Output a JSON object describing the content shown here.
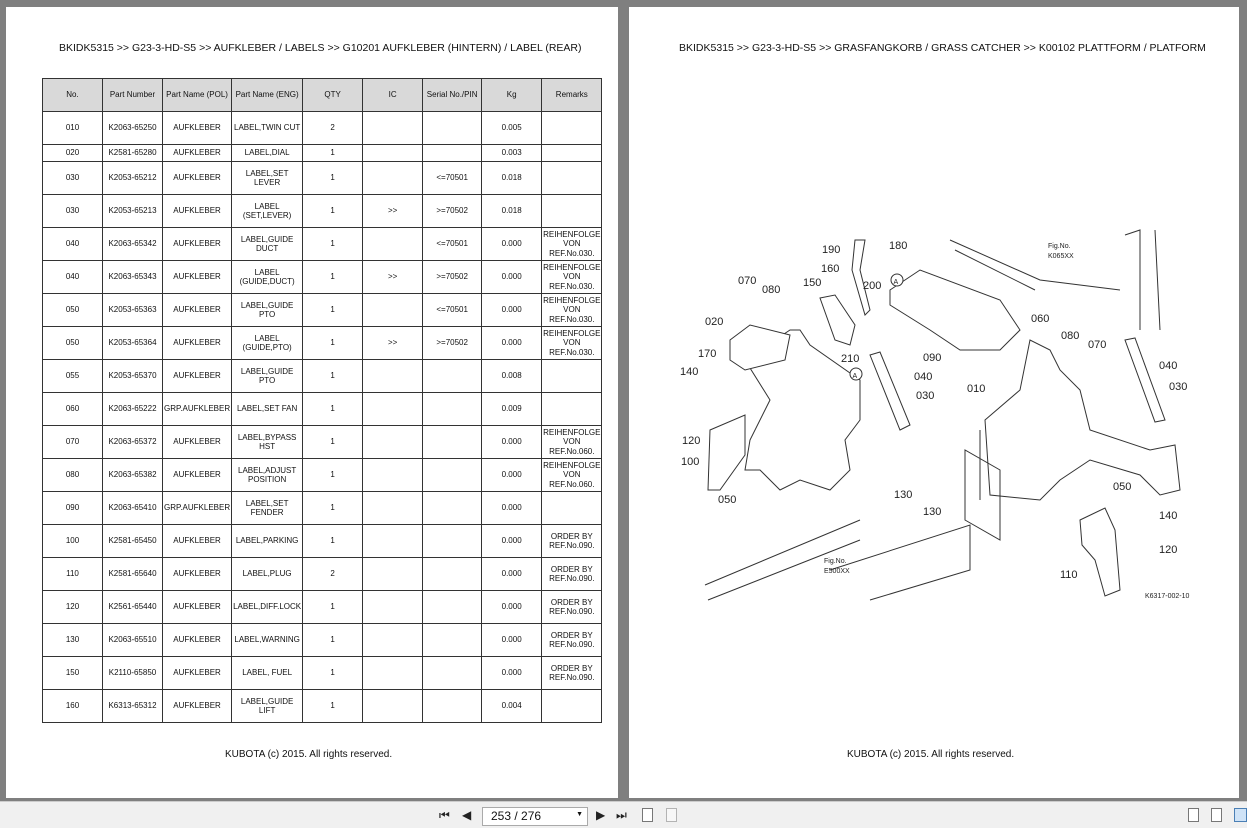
{
  "left_page": {
    "title": "BKIDK5315 >> G23-3-HD-S5 >> AUFKLEBER / LABELS >> G10201   AUFKLEBER (HINTERN) / LABEL (REAR)",
    "columns": [
      "No.",
      "Part Number",
      "Part Name (POL)",
      "Part Name (ENG)",
      "QTY",
      "IC",
      "Serial No./PIN",
      "Kg",
      "Remarks"
    ],
    "rows": [
      [
        "010",
        "K2063-65250",
        "AUFKLEBER",
        "LABEL,TWIN CUT",
        "2",
        "",
        "",
        "0.005",
        ""
      ],
      [
        "020",
        "K2581-65280",
        "AUFKLEBER",
        "LABEL,DIAL",
        "1",
        "",
        "",
        "0.003",
        ""
      ],
      [
        "030",
        "K2053-65212",
        "AUFKLEBER",
        "LABEL,SET LEVER",
        "1",
        "",
        "<=70501",
        "0.018",
        ""
      ],
      [
        "030",
        "K2053-65213",
        "AUFKLEBER",
        "LABEL (SET,LEVER)",
        "1",
        ">>",
        ">=70502",
        "0.018",
        ""
      ],
      [
        "040",
        "K2063-65342",
        "AUFKLEBER",
        "LABEL,GUIDE DUCT",
        "1",
        "",
        "<=70501",
        "0.000",
        "REIHENFOLGE VON REF.No.030."
      ],
      [
        "040",
        "K2063-65343",
        "AUFKLEBER",
        "LABEL (GUIDE,DUCT)",
        "1",
        ">>",
        ">=70502",
        "0.000",
        "REIHENFOLGE VON REF.No.030."
      ],
      [
        "050",
        "K2053-65363",
        "AUFKLEBER",
        "LABEL,GUIDE PTO",
        "1",
        "",
        "<=70501",
        "0.000",
        "REIHENFOLGE VON REF.No.030."
      ],
      [
        "050",
        "K2053-65364",
        "AUFKLEBER",
        "LABEL (GUIDE,PTO)",
        "1",
        ">>",
        ">=70502",
        "0.000",
        "REIHENFOLGE VON REF.No.030."
      ],
      [
        "055",
        "K2053-65370",
        "AUFKLEBER",
        "LABEL,GUIDE PTO",
        "1",
        "",
        "",
        "0.008",
        ""
      ],
      [
        "060",
        "K2063-65222",
        "GRP.AUFKLEBER",
        "LABEL,SET FAN",
        "1",
        "",
        "",
        "0.009",
        ""
      ],
      [
        "070",
        "K2063-65372",
        "AUFKLEBER",
        "LABEL,BYPASS HST",
        "1",
        "",
        "",
        "0.000",
        "REIHENFOLGE VON REF.No.060."
      ],
      [
        "080",
        "K2063-65382",
        "AUFKLEBER",
        "LABEL,ADJUST POSITION",
        "1",
        "",
        "",
        "0.000",
        "REIHENFOLGE VON REF.No.060."
      ],
      [
        "090",
        "K2063-65410",
        "GRP.AUFKLEBER",
        "LABEL,SET FENDER",
        "1",
        "",
        "",
        "0.000",
        ""
      ],
      [
        "100",
        "K2581-65450",
        "AUFKLEBER",
        "LABEL,PARKING",
        "1",
        "",
        "",
        "0.000",
        "ORDER BY REF.No.090."
      ],
      [
        "110",
        "K2581-65640",
        "AUFKLEBER",
        "LABEL,PLUG",
        "2",
        "",
        "",
        "0.000",
        "ORDER BY REF.No.090."
      ],
      [
        "120",
        "K2561-65440",
        "AUFKLEBER",
        "LABEL,DIFF.LOCK",
        "1",
        "",
        "",
        "0.000",
        "ORDER BY REF.No.090."
      ],
      [
        "130",
        "K2063-65510",
        "AUFKLEBER",
        "LABEL,WARNING",
        "1",
        "",
        "",
        "0.000",
        "ORDER BY REF.No.090."
      ],
      [
        "150",
        "K2110-65850",
        "AUFKLEBER",
        "LABEL, FUEL",
        "1",
        "",
        "",
        "0.000",
        "ORDER BY REF.No.090."
      ],
      [
        "160",
        "K6313-65312",
        "AUFKLEBER",
        "LABEL,GUIDE LIFT",
        "1",
        "",
        "",
        "0.004",
        ""
      ]
    ],
    "footer": "KUBOTA (c) 2015. All rights reserved."
  },
  "right_page": {
    "title": "BKIDK5315 >> G23-3-HD-S5 >> GRASFANGKORB / GRASS CATCHER >> K00102   PLATTFORM / PLATFORM",
    "diagram": {
      "callouts": [
        "190",
        "180",
        "160",
        "150",
        "200",
        "070",
        "080",
        "020",
        "170",
        "140",
        "210",
        "090",
        "040",
        "030",
        "120",
        "100",
        "050",
        "130",
        "130",
        "010",
        "060",
        "080",
        "070",
        "040",
        "030",
        "050",
        "140",
        "120",
        "110"
      ],
      "markers": [
        "A",
        "A"
      ],
      "fig_ref_1": [
        "Fig.No.",
        "K065XX"
      ],
      "fig_ref_2": [
        "Fig.No.",
        "E500XX"
      ],
      "drawing_id": "K6317-002-10"
    },
    "footer": "KUBOTA (c) 2015. All rights reserved."
  },
  "toolbar": {
    "page_indicator": "253 / 276",
    "first_icon": "⏮",
    "prev_icon": "◀",
    "next_icon": "▶",
    "last_icon": "⏭"
  }
}
